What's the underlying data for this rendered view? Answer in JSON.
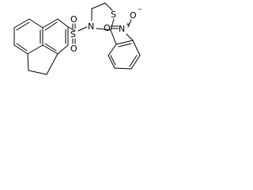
{
  "molecule": {
    "atoms": {
      "sulfonyl_sulfur": "S",
      "sulfonyl_oxygen_top": "O",
      "sulfonyl_oxygen_bottom": "O",
      "ring_nitrogen": "N",
      "ring_sulfur": "S",
      "nitro_nitrogen": "N",
      "nitro_nitrogen_charge": "+",
      "nitro_oxygen_single": "O",
      "nitro_oxygen_charge": "−",
      "nitro_oxygen_double": "O"
    }
  }
}
